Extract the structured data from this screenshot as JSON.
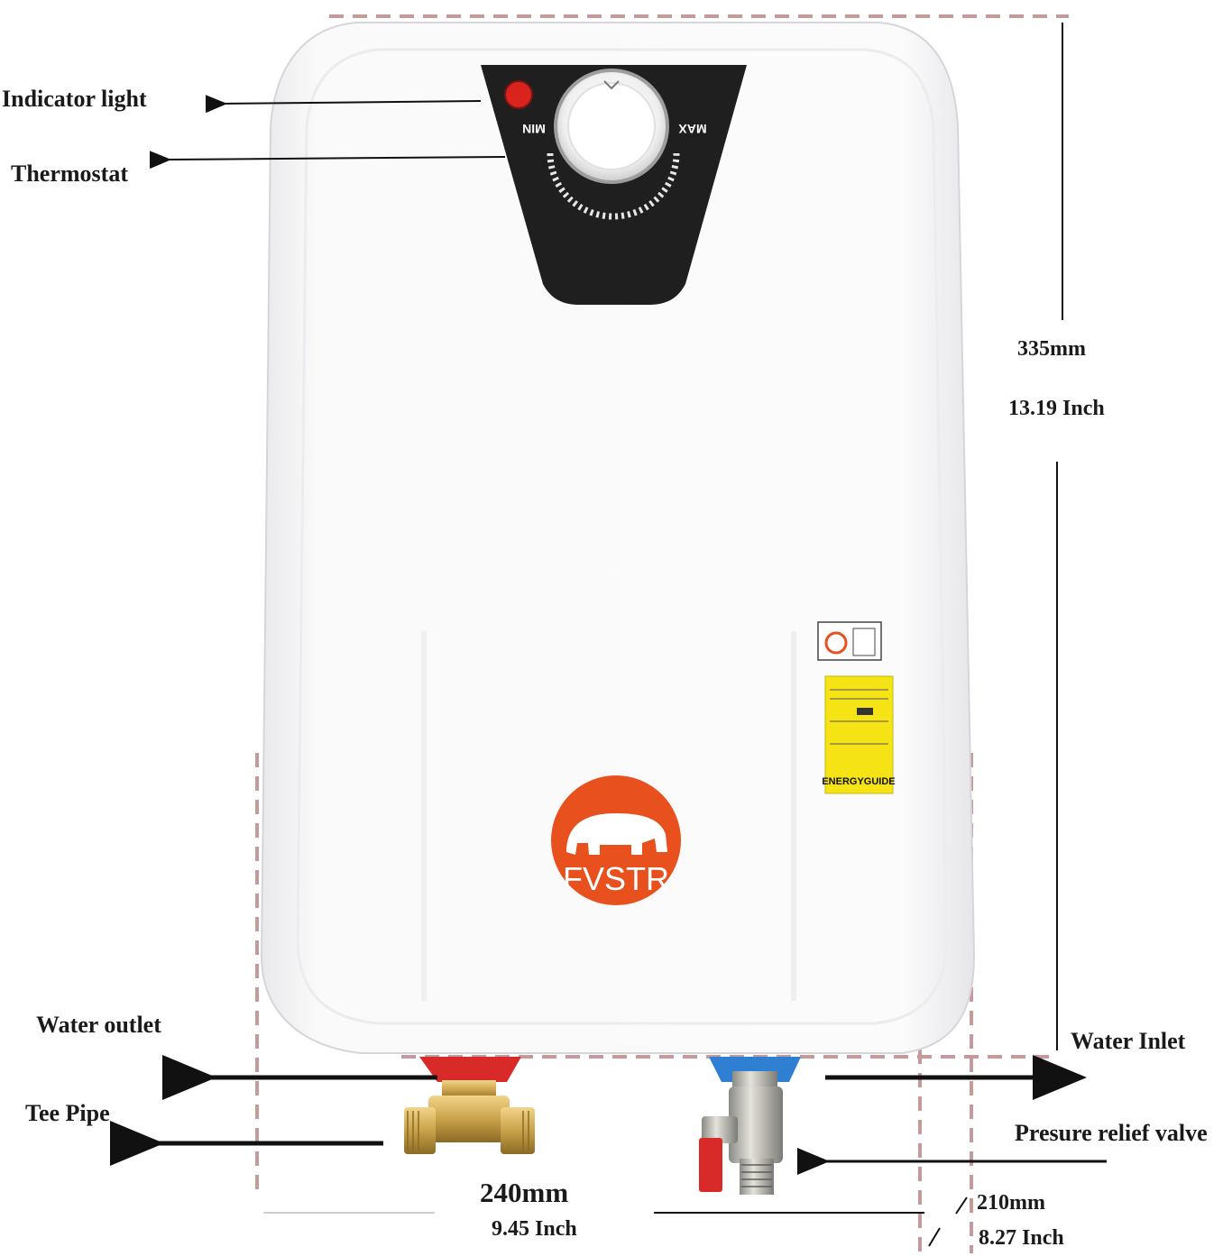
{
  "labels": {
    "indicator_light": "Indicator light",
    "thermostat": "Thermostat",
    "water_outlet": "Water outlet",
    "tee_pipe": "Tee Pipe",
    "water_inlet": "Water Inlet",
    "pressure_relief_valve": "Presure relief valve"
  },
  "dimensions": {
    "height_mm": "335mm",
    "height_inch": "13.19 Inch",
    "width_mm": "240mm",
    "width_inch": "9.45 Inch",
    "depth_mm": "210mm",
    "depth_inch": "8.27 Inch"
  },
  "control_panel": {
    "min_label": "MIN",
    "max_label": "MAX"
  },
  "brand": {
    "name": "FVSTR"
  },
  "energy_label": {
    "text": "ENERGYGUIDE"
  },
  "colors": {
    "body": "#f7f7f8",
    "panel": "#1f1f1f",
    "indicator": "#d8241c",
    "logo": "#e8501e",
    "hot_pipe": "#d92a2a",
    "cold_pipe": "#2f7fd3",
    "brass": "#c9a24a",
    "dashed": "#c49a9a",
    "energy_label": "#f5e316"
  }
}
